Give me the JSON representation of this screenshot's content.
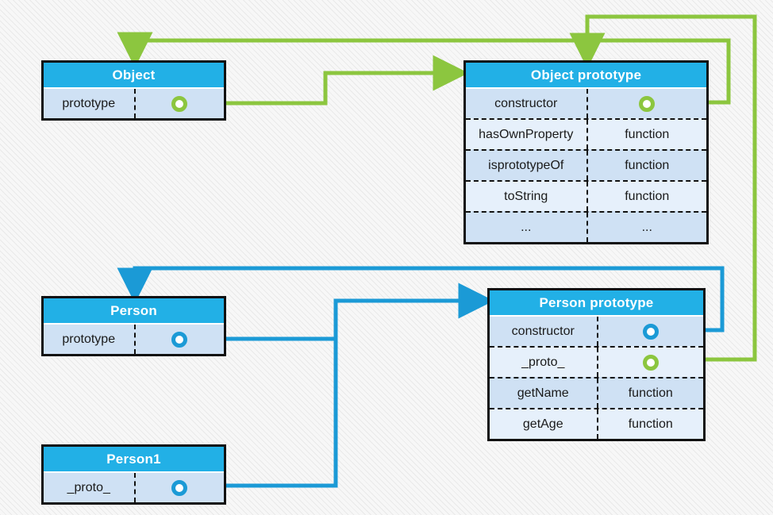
{
  "diagram": {
    "title": "JavaScript prototype chain diagram",
    "colors": {
      "header_blue": "#22b0e6",
      "wire_blue": "#1b9ad6",
      "wire_green": "#8cc63f",
      "row_dark": "#cfe1f4",
      "row_light": "#e6f0fb",
      "border": "#111111",
      "background": "#f7f7f7"
    },
    "boxes": [
      {
        "id": "object",
        "title": "Object",
        "rows": [
          {
            "name": "prototype",
            "value": "",
            "port": "green"
          }
        ]
      },
      {
        "id": "object_prototype",
        "title": "Object prototype",
        "rows": [
          {
            "name": "constructor",
            "value": "",
            "port": "green"
          },
          {
            "name": "hasOwnProperty",
            "value": "function",
            "port": ""
          },
          {
            "name": "isprototypeOf",
            "value": "function",
            "port": ""
          },
          {
            "name": "toString",
            "value": "function",
            "port": ""
          },
          {
            "name": "...",
            "value": "...",
            "port": ""
          }
        ]
      },
      {
        "id": "person",
        "title": "Person",
        "rows": [
          {
            "name": "prototype",
            "value": "",
            "port": "blue"
          }
        ]
      },
      {
        "id": "person_prototype",
        "title": "Person prototype",
        "rows": [
          {
            "name": "constructor",
            "value": "",
            "port": "blue"
          },
          {
            "name": "_proto_",
            "value": "",
            "port": "green"
          },
          {
            "name": "getName",
            "value": "function",
            "port": ""
          },
          {
            "name": "getAge",
            "value": "function",
            "port": ""
          }
        ]
      },
      {
        "id": "person1",
        "title": "Person1",
        "rows": [
          {
            "name": "_proto_",
            "value": "",
            "port": "blue"
          }
        ]
      }
    ],
    "connections": [
      {
        "id": "object-prototype-to-object-prototype-box",
        "color": "green",
        "from": "Object.prototype",
        "to": "Object prototype (header)"
      },
      {
        "id": "object-prototype-constructor-to-object",
        "color": "green",
        "from": "Object prototype.constructor",
        "to": "Object (header)"
      },
      {
        "id": "person-prototype-proto-to-object-prototype",
        "color": "green",
        "from": "Person prototype._proto_",
        "to": "Object prototype (header)"
      },
      {
        "id": "person-prototype-to-person-prototype-box",
        "color": "blue",
        "from": "Person.prototype",
        "to": "Person prototype (header)"
      },
      {
        "id": "person1-proto-to-person-prototype-box",
        "color": "blue",
        "from": "Person1._proto_",
        "to": "Person prototype (header)"
      },
      {
        "id": "person-prototype-constructor-to-person",
        "color": "blue",
        "from": "Person prototype.constructor",
        "to": "Person (header)"
      }
    ]
  }
}
